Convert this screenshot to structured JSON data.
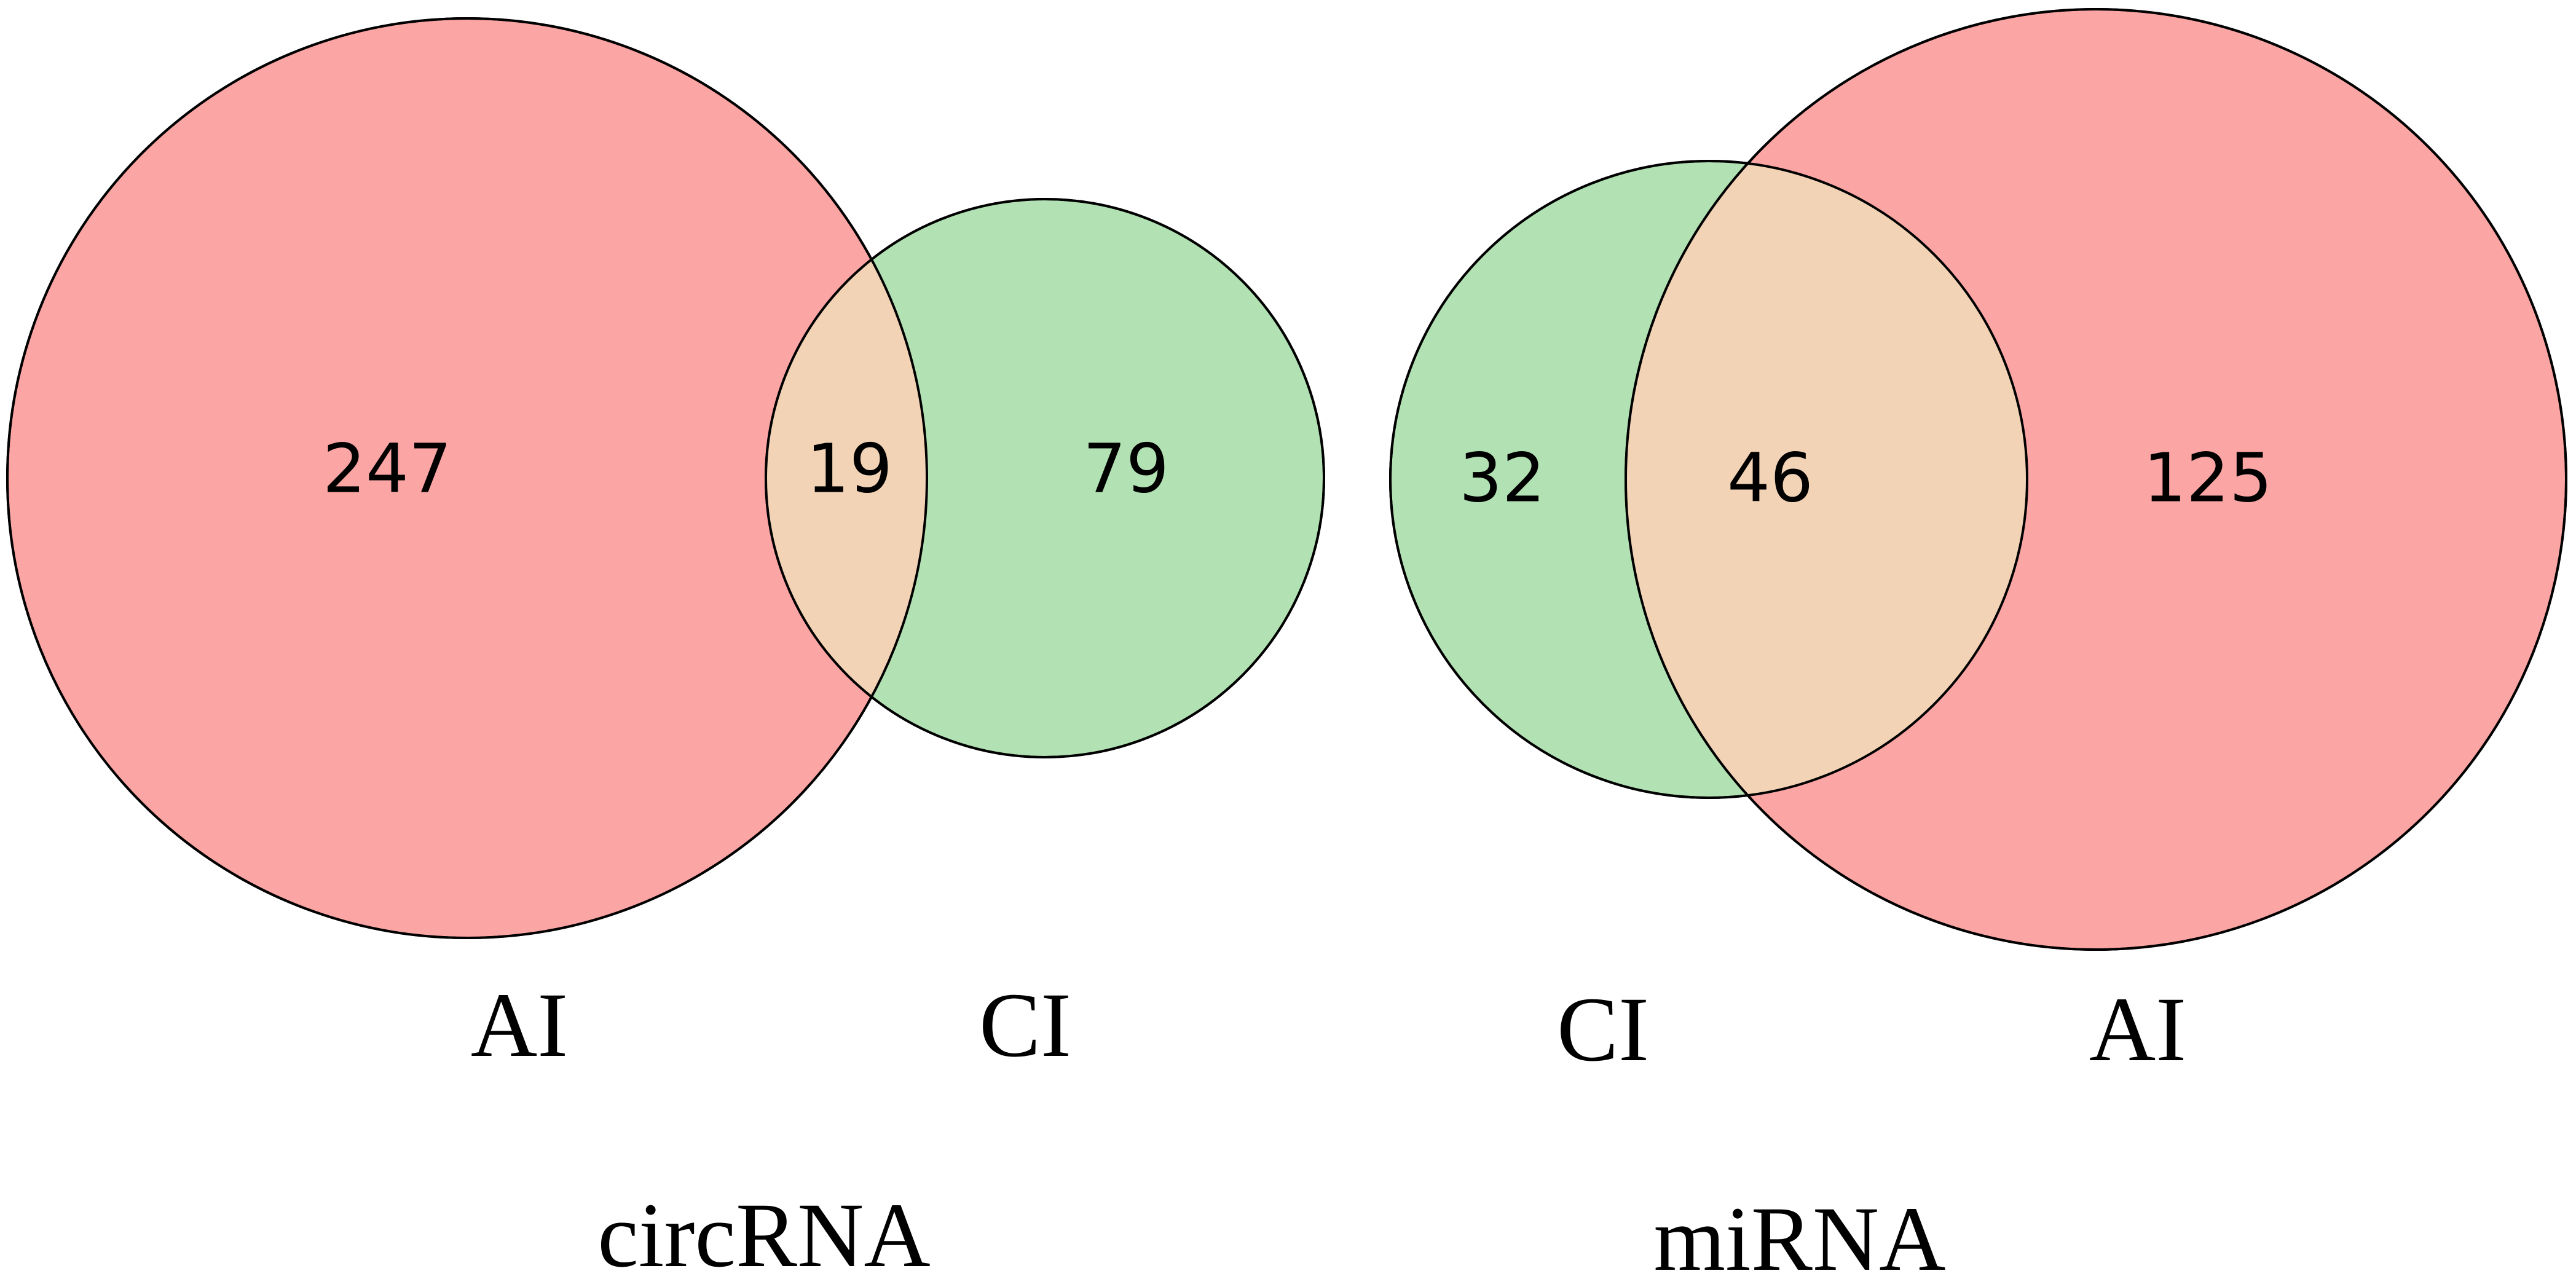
{
  "colors": {
    "ai_set": "#FCA5A5",
    "ci_set": "#B2E2B4",
    "overlap": "#F2D3B6",
    "outline": "#000000"
  },
  "panels": [
    {
      "title": "circRNA",
      "sets": [
        {
          "label": "AI",
          "color": "#FCA5A5"
        },
        {
          "label": "CI",
          "color": "#B2E2B4"
        }
      ],
      "counts": {
        "ai_only": "247",
        "both": "19",
        "ci_only": "79"
      }
    },
    {
      "title": "miRNA",
      "sets": [
        {
          "label": "CI",
          "color": "#B2E2B4"
        },
        {
          "label": "AI",
          "color": "#FCA5A5"
        }
      ],
      "counts": {
        "ci_only": "32",
        "both": "46",
        "ai_only": "125"
      }
    }
  ]
}
